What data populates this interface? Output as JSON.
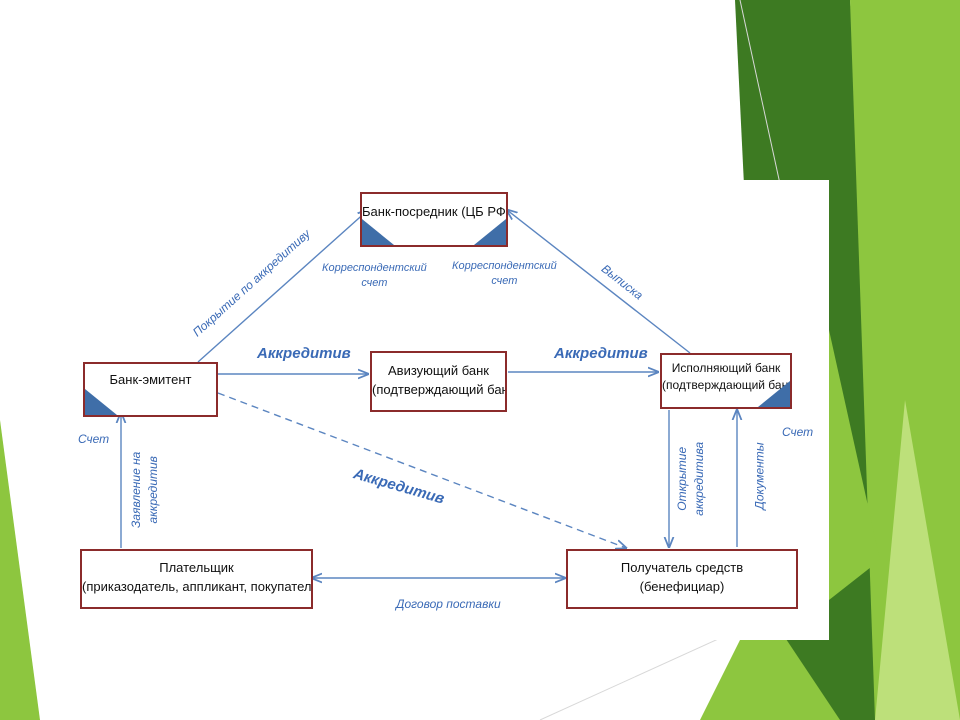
{
  "colors": {
    "dark_green": "#3d7a22",
    "lime": "#8dc63f",
    "light_lime": "#bde07a",
    "node_border": "#8b2b2b",
    "arrow": "#5b85c0",
    "label": "#3a6ab6",
    "corner_triangle": "#3f6ea8"
  },
  "nodes": {
    "intermediary": {
      "line1": "Банк-посредник (ЦБ РФ)"
    },
    "issuer": {
      "line1": "Банк-эмитент"
    },
    "advising": {
      "line1": "Авизующий банк",
      "line2": "(подтверждающий банк)"
    },
    "executing": {
      "line1": "Исполняющий банк",
      "line2": "(подтверждающий банк)"
    },
    "payer": {
      "line1": "Плательщик",
      "line2": "(приказодатель, аппликант, покупатель)"
    },
    "beneficiary": {
      "line1": "Получатель средств",
      "line2": "(бенефициар)"
    }
  },
  "labels": {
    "coverage": "Покрытие по аккредитиву",
    "corr_left_1": "Корреспондентский",
    "corr_left_2": "счет",
    "corr_right_1": "Корреспондентский",
    "corr_right_2": "счет",
    "statement": "Выписка",
    "accreditive_1": "Аккредитив",
    "accreditive_2": "Аккредитив",
    "accreditive_diag": "Аккредитив",
    "account_left": "Счет",
    "application_1": "Заявление на",
    "application_2": "аккредитив",
    "opening_1": "Открытие",
    "opening_2": "аккредитива",
    "documents": "Документы",
    "account_right": "Счет",
    "supply_contract": "Договор поставки"
  }
}
